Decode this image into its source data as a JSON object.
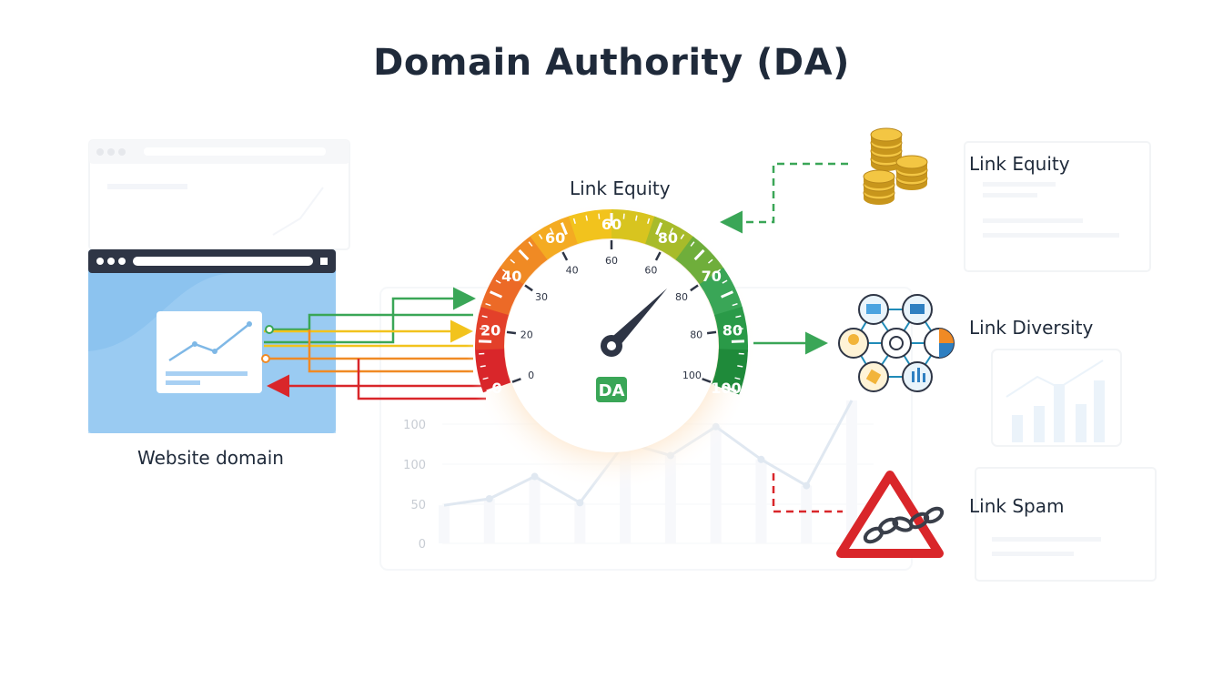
{
  "title": "Domain Authority (DA)",
  "gauge": {
    "top_label": "Link Equity",
    "badge": "DA",
    "value": 60,
    "outer_ticks": [
      "0",
      "20",
      "40",
      "60",
      "60",
      "80",
      "70",
      "80",
      "100"
    ],
    "inner_ticks": [
      "0",
      "20",
      "30",
      "40",
      "60",
      "60",
      "80",
      "80",
      "100"
    ]
  },
  "website": {
    "label": "Website domain"
  },
  "factors": {
    "equity": "Link Equity",
    "diversity": "Link Diversity",
    "spam": "Link Spam"
  },
  "background_chart": {
    "y_ticks": [
      "100",
      "100",
      "50",
      "0"
    ],
    "line_values": [
      20,
      25,
      42,
      22,
      68,
      58,
      80,
      55,
      35,
      100
    ]
  },
  "colors": {
    "text": "#1f2a3a",
    "red": "#d9262a",
    "orange": "#f08a24",
    "yellow": "#f2c31d",
    "green": "#3aa657",
    "dark_green": "#1f8a3a",
    "browser_bar": "#2e3545",
    "browser_fill": "#8cc3ef"
  }
}
